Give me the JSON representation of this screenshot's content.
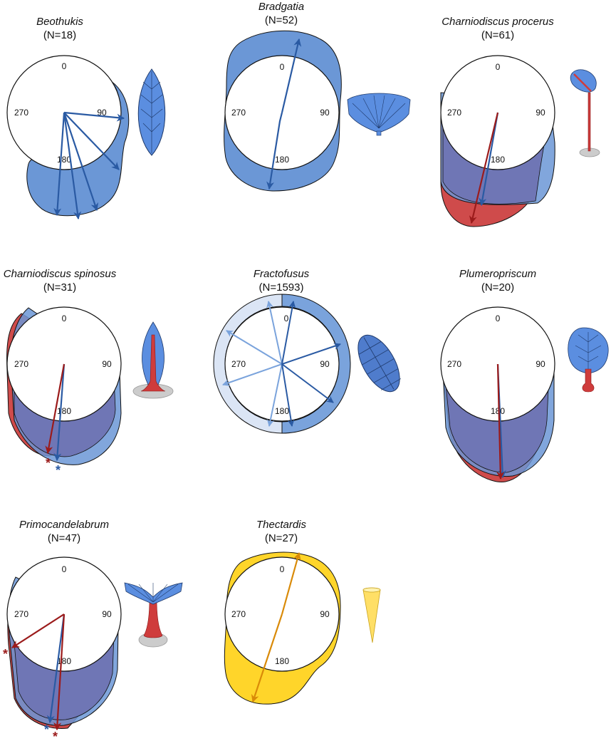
{
  "colors": {
    "blue": "#6b97d6",
    "blue_dark": "#2a5aa3",
    "blue_light": "#dbe5f5",
    "blue_mid": "#7aa3dc",
    "red": "#cf4b4b",
    "red_dark": "#9b1b1b",
    "overlap": "#6f76b5",
    "yellow": "#ffd52a",
    "yellow_dark": "#d98a08"
  },
  "axis_labels": {
    "north": "0",
    "east": "90",
    "south": "180",
    "west": "270"
  },
  "panels": [
    {
      "id": "beothukis",
      "name": "Beothukis",
      "count": "(N=18)",
      "icon": "leaf-frond-icon"
    },
    {
      "id": "bradgatia",
      "name": "Bradgatia",
      "count": "(N=52)",
      "icon": "bush-frond-icon"
    },
    {
      "id": "charniodiscus-procerus",
      "name": "Charniodiscus procerus",
      "count": "(N=61)",
      "icon": "stalked-frond-icon"
    },
    {
      "id": "charniodiscus-spinosus",
      "name": "Charniodiscus spinosus",
      "count": "(N=31)",
      "icon": "spinosus-frond-icon",
      "star_marks": [
        "*",
        "*"
      ]
    },
    {
      "id": "fractofusus",
      "name": "Fractofusus",
      "count": "(N=1593)",
      "icon": "spindle-frond-icon"
    },
    {
      "id": "plumeropriscum",
      "name": "Plumeropriscum",
      "count": "(N=20)",
      "icon": "feather-frond-icon"
    },
    {
      "id": "primocandelabrum",
      "name": "Primocandelabrum",
      "count": "(N=47)",
      "icon": "candelabrum-frond-icon",
      "star_marks": [
        "*",
        "*"
      ]
    },
    {
      "id": "thectardis",
      "name": "Thectardis",
      "count": "(N=27)",
      "icon": "cone-icon"
    }
  ]
}
